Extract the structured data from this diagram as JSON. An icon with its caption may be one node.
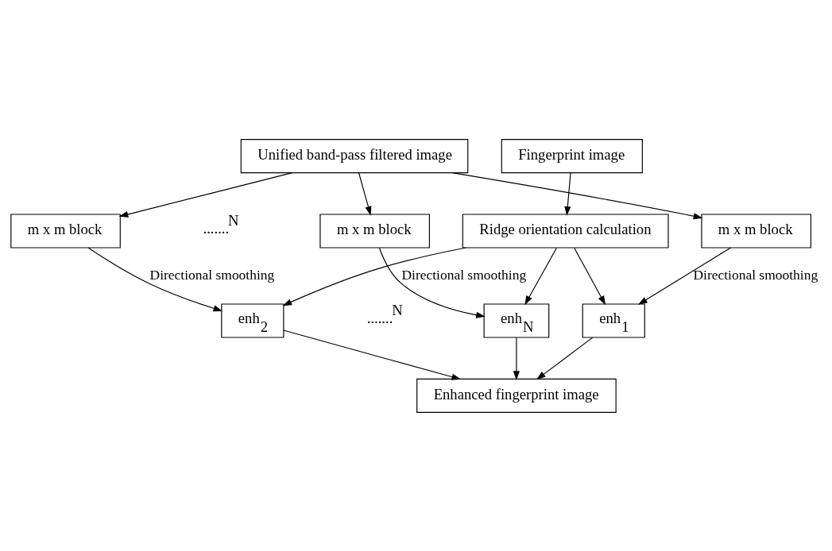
{
  "diagram": {
    "nodes": [
      {
        "text": [
          "Fingerprint image"
        ]
      },
      {
        "text": [
          "Unified band-pass filtered image"
        ]
      },
      {
        "text": [
          "Ridge orientation calculation"
        ]
      },
      {
        "text": [
          "m x m block"
        ]
      },
      {
        "text": [
          "m x m block"
        ]
      },
      {
        "text": [
          "m x m block"
        ]
      },
      {
        "text": [
          "enh$_{1}$"
        ]
      },
      {
        "text": [
          "enh$_{2}$"
        ]
      },
      {
        "text": [
          "enh$_{N}$"
        ]
      },
      {
        "text": [
          "Enhanced fingerprint image"
        ]
      }
    ],
    "edges": [
      {
        "from": 0,
        "to": 2,
        "arrow": "to"
      },
      {
        "from": 1,
        "to": 3,
        "arrow": "to"
      },
      {
        "from": 1,
        "to": 4,
        "arrow": "to"
      },
      {
        "from": 1,
        "to": 5,
        "arrow": "to"
      },
      {
        "from": 3,
        "to": 6,
        "arrow": "to",
        "label": "Directional smoothing"
      },
      {
        "from": 2,
        "to": 6,
        "arrow": "to"
      },
      {
        "from": 4,
        "to": 7,
        "arrow": "to",
        "label": "Directional smoothing"
      },
      {
        "from": 2,
        "to": 7,
        "arrow": "to"
      },
      {
        "from": 5,
        "to": 8,
        "arrow": "to",
        "label": "Directional smoothing"
      },
      {
        "from": 2,
        "to": 8,
        "arrow": "to"
      },
      {
        "from": 6,
        "to": 9,
        "arrow": "to"
      },
      {
        "from": 7,
        "to": 9,
        "arrow": "to"
      },
      {
        "from": 8,
        "to": 9,
        "arrow": "to"
      }
    ],
    "labels": [
      ".......$^{N}$",
      ".......$^{N}$"
    ]
  }
}
